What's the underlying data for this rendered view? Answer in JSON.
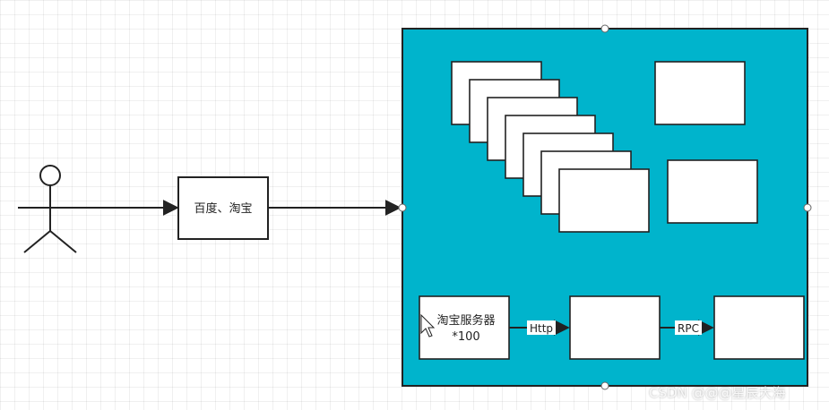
{
  "colors": {
    "container_fill": "#00b4cc",
    "stroke": "#222222",
    "box_fill": "#ffffff"
  },
  "diagram": {
    "entry_box": {
      "label": "百度、淘宝"
    },
    "server_box": {
      "line1": "淘宝服务器",
      "line2": "*100"
    },
    "edge_labels": {
      "http": "Http",
      "rpc": "RPC"
    }
  },
  "watermark": "CSDN @@@星辰大海"
}
